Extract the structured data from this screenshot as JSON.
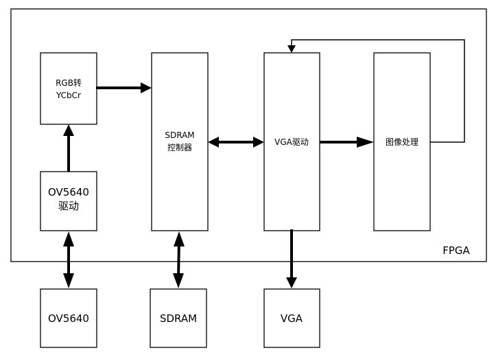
{
  "diagram": {
    "container": {
      "label": "FPGA"
    },
    "blocks": {
      "rgb_convert": {
        "line1": "RGB转",
        "line2": "YCbCr"
      },
      "sdram_controller": {
        "line1": "SDRAM",
        "line2": "控制器"
      },
      "vga_driver": {
        "label": "VGA驱动"
      },
      "image_processing": {
        "label": "图像处理"
      },
      "ov5640_driver": {
        "line1": "OV5640",
        "line2": "驱动"
      }
    },
    "external": {
      "ov5640": {
        "label": "OV5640"
      },
      "sdram": {
        "label": "SDRAM"
      },
      "vga": {
        "label": "VGA"
      }
    },
    "connections": [
      {
        "from": "ov5640_driver",
        "to": "rgb_convert",
        "direction": "one-way"
      },
      {
        "from": "rgb_convert",
        "to": "sdram_controller",
        "direction": "one-way"
      },
      {
        "from": "sdram_controller",
        "to": "vga_driver",
        "direction": "two-way"
      },
      {
        "from": "vga_driver",
        "to": "image_processing",
        "direction": "one-way"
      },
      {
        "from": "image_processing",
        "to": "vga_driver",
        "direction": "one-way",
        "style": "thin feedback"
      },
      {
        "from": "ov5640_driver",
        "to": "ov5640",
        "direction": "two-way"
      },
      {
        "from": "sdram_controller",
        "to": "sdram",
        "direction": "two-way"
      },
      {
        "from": "vga_driver",
        "to": "vga",
        "direction": "one-way"
      }
    ]
  }
}
